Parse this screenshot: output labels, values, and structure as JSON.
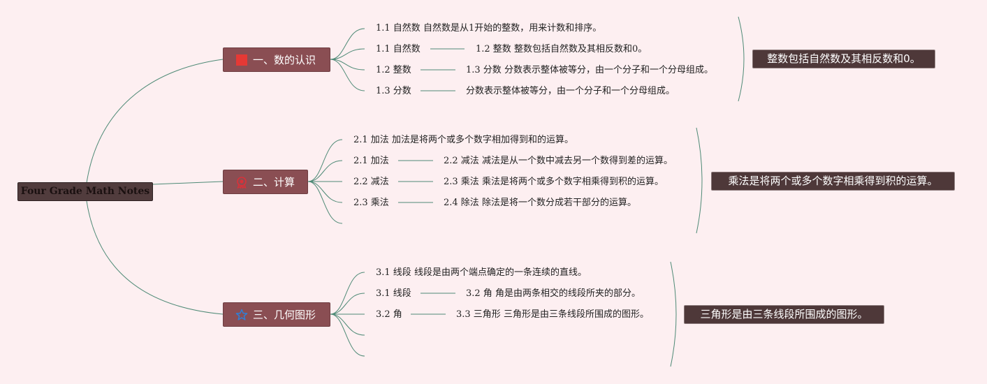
{
  "root": {
    "label": "Four Grade Math Notes"
  },
  "colors": {
    "background": "#fdeff1",
    "connector": "#4e8a76",
    "root_fill": "#513c3d",
    "topic_fill": "#8a4e53",
    "summary_fill": "#4e3839",
    "flag_icon": "#e53935",
    "award_icon": "#d8323a",
    "star_icon": "#2f7fd6"
  },
  "topics": [
    {
      "label": "一、数的认识",
      "icon": "flag-icon",
      "summary": "整数包括自然数及其相反数和0。",
      "items": [
        {
          "label": "1.1 自然数 自然数是从1开始的整数，用来计数和排序。"
        },
        {
          "label": "1.1 自然数",
          "detail": "1.2 整数 整数包括自然数及其相反数和0。"
        },
        {
          "label": "1.2 整数",
          "detail": "1.3 分数 分数表示整体被等分，由一个分子和一个分母组成。"
        },
        {
          "label": "1.3 分数",
          "detail": "分数表示整体被等分，由一个分子和一个分母组成。"
        }
      ]
    },
    {
      "label": "二、计算",
      "icon": "award-icon",
      "summary": "乘法是将两个或多个数字相乘得到积的运算。",
      "items": [
        {
          "label": "2.1 加法 加法是将两个或多个数字相加得到和的运算。"
        },
        {
          "label": "2.1 加法",
          "detail": "2.2 减法 减法是从一个数中减去另一个数得到差的运算。"
        },
        {
          "label": "2.2 减法",
          "detail": "2.3 乘法 乘法是将两个或多个数字相乘得到积的运算。"
        },
        {
          "label": "2.3 乘法",
          "detail": "2.4 除法 除法是将一个数分成若干部分的运算。"
        }
      ]
    },
    {
      "label": "三、几何图形",
      "icon": "star-icon",
      "summary": "三角形是由三条线段所围成的图形。",
      "items": [
        {
          "label": "3.1 线段 线段是由两个端点确定的一条连续的直线。"
        },
        {
          "label": "3.1 线段",
          "detail": "3.2 角 角是由两条相交的线段所夹的部分。"
        },
        {
          "label": "3.2 角",
          "detail": "3.3 三角形 三角形是由三条线段所围成的图形。"
        }
      ]
    }
  ]
}
